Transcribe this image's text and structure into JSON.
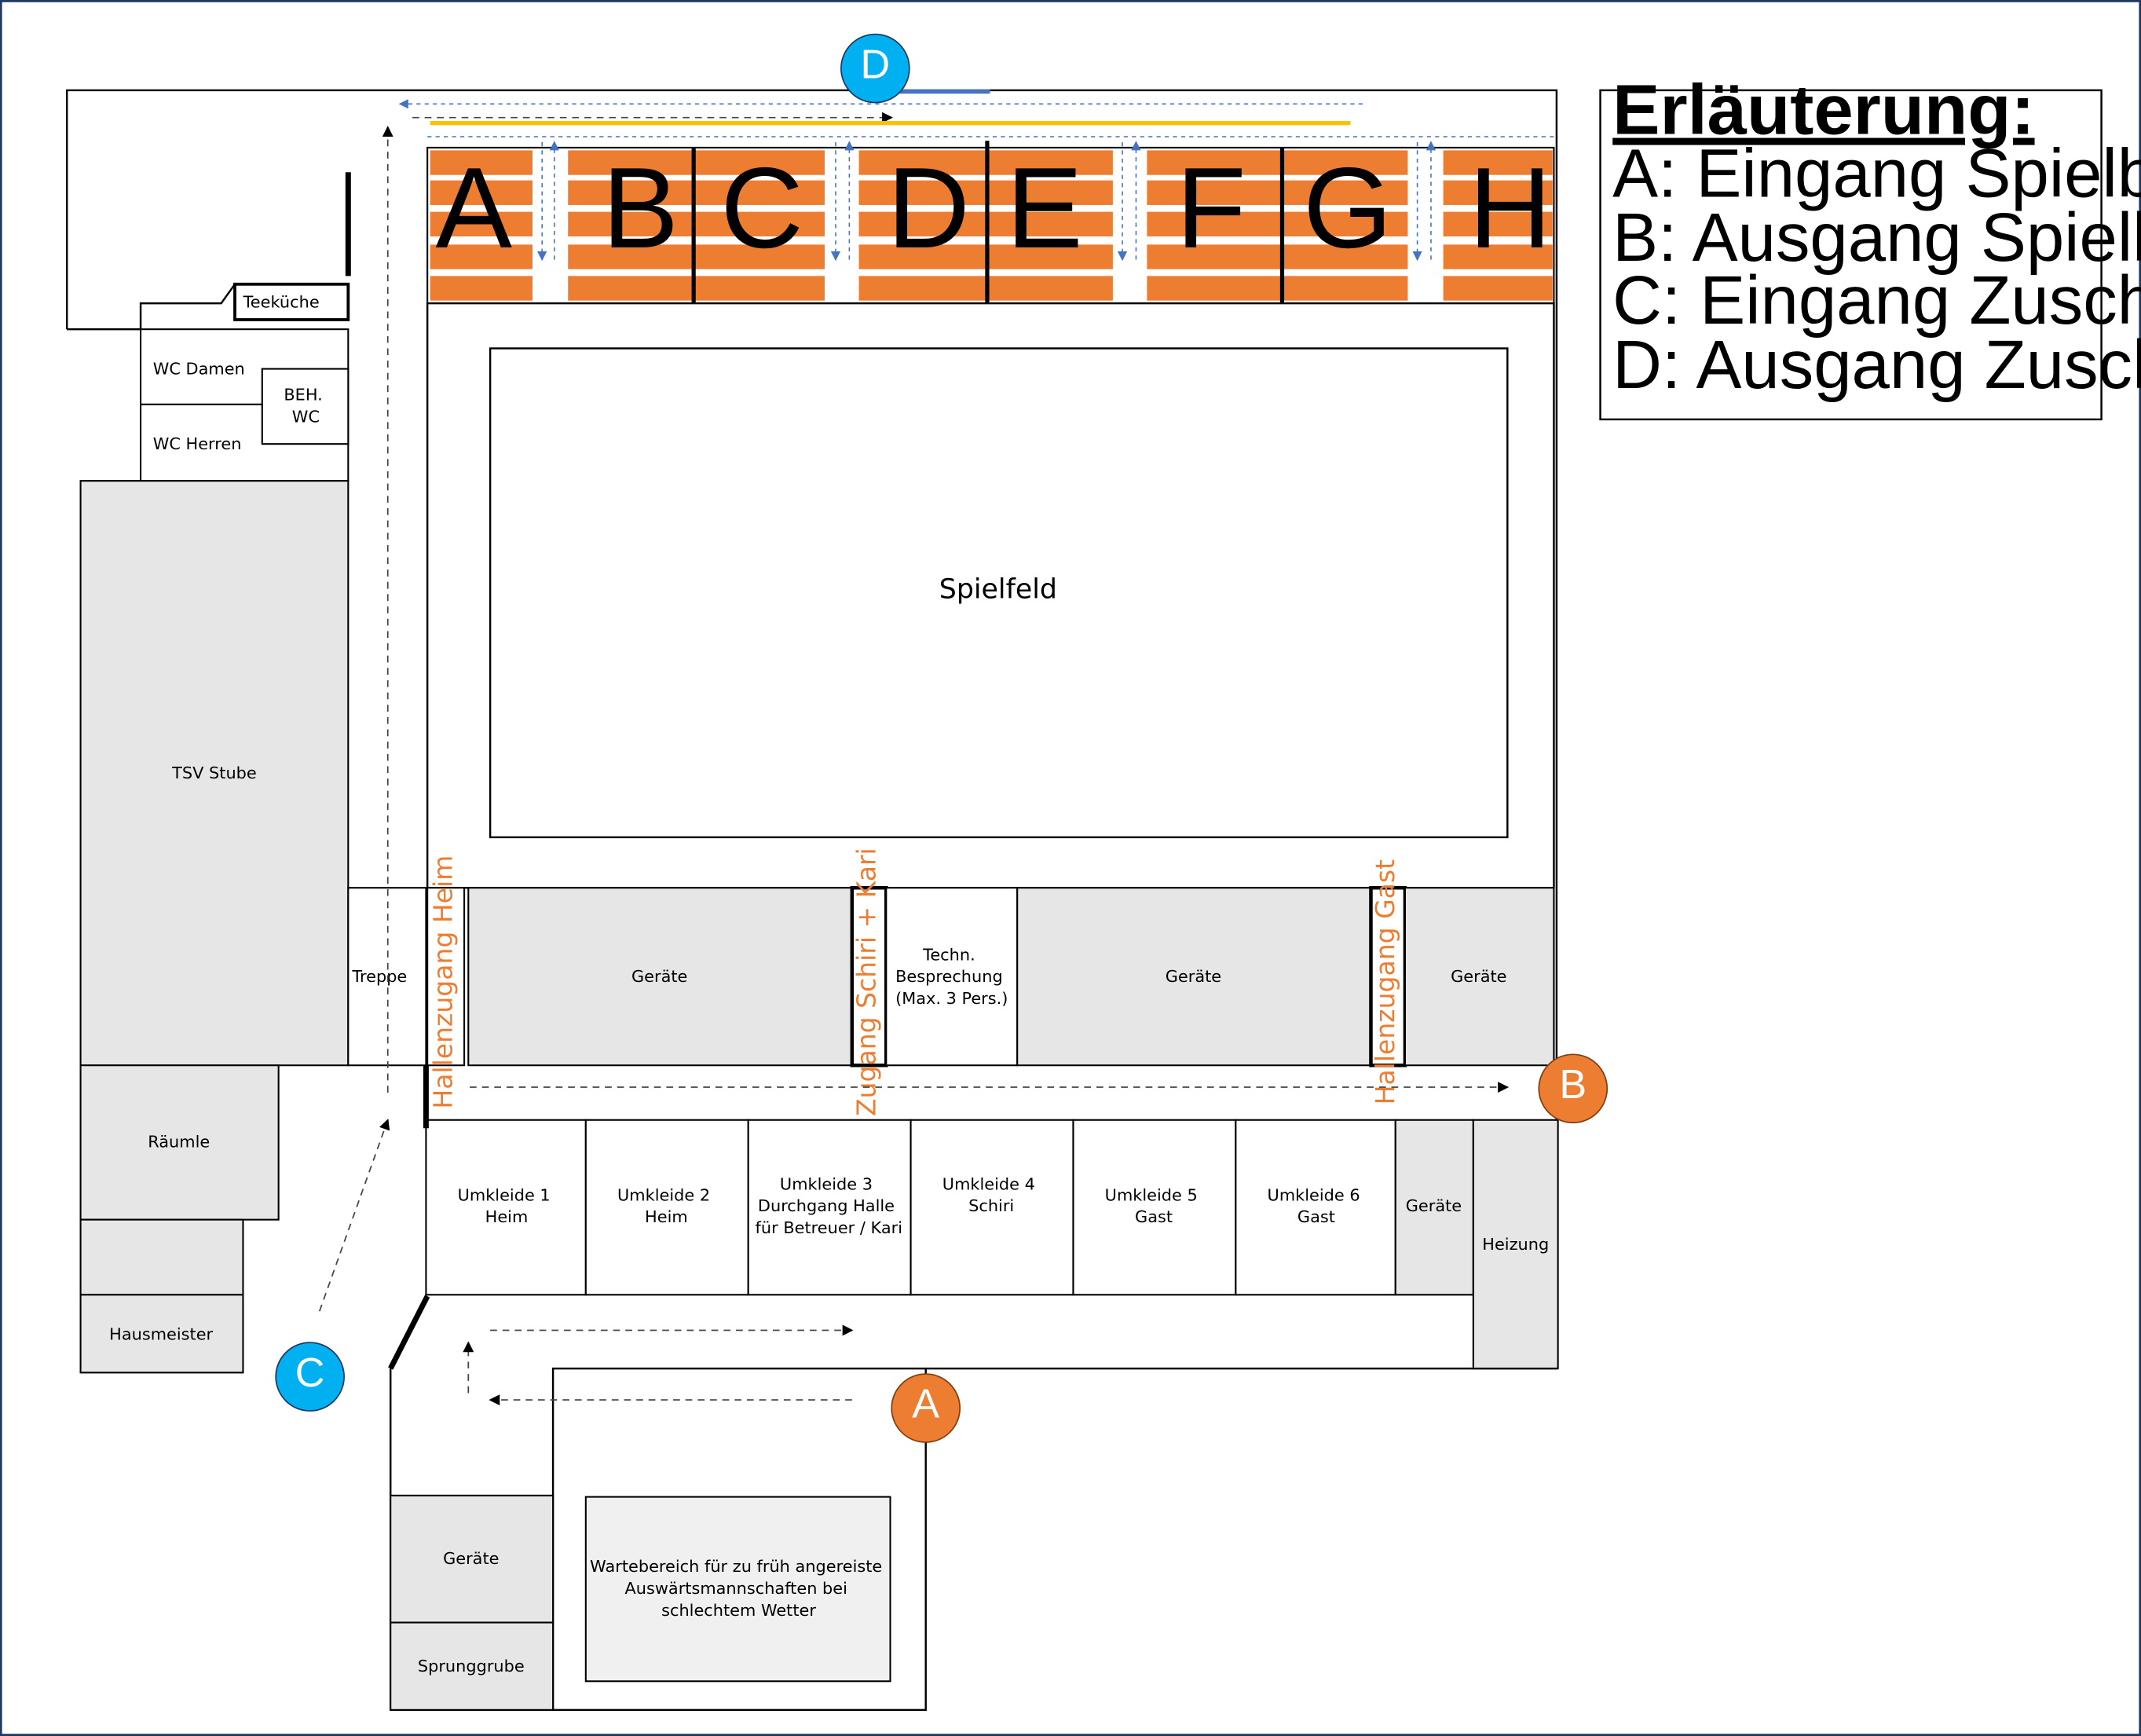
{
  "colors": {
    "room_fill": "#E7E6E6",
    "wait_fill": "#F0F0F0",
    "seat_orange": "#ED7D31",
    "marker_blue": "#00B0F0",
    "marker_orange": "#ED7D31",
    "flow_yellow": "#FFC000",
    "flow_blue": "#4472C4",
    "line": "#000000"
  },
  "rooms": {
    "teekueche": "Teeküche",
    "wc_damen": "WC Damen",
    "wc_herren": "WC Herren",
    "beh_wc": [
      "BEH.",
      "WC"
    ],
    "tsv_stube": "TSV Stube",
    "raeumle": "Räumle",
    "hausmeister": "Hausmeister",
    "treppe": "Treppe",
    "spielfeld": "Spielfeld",
    "geraete": "Geräte",
    "techn_besprechung": [
      "Techn.",
      "Besprechung",
      "(Max. 3 Pers.)"
    ],
    "heizung": "Heizung",
    "sprunggrube": "Sprunggrube",
    "wartebereich": [
      "Wartebereich für zu früh angereiste",
      "Auswärtsmannschaften bei",
      "schlechtem Wetter"
    ],
    "umkleide_1": [
      "Umkleide 1",
      "Heim"
    ],
    "umkleide_2": [
      "Umkleide 2",
      "Heim"
    ],
    "umkleide_3": [
      "Umkleide 3",
      "Durchgang Halle",
      "für Betreuer / Kari"
    ],
    "umkleide_4": [
      "Umkleide 4",
      "Schiri"
    ],
    "umkleide_5": [
      "Umkleide 5",
      "Gast"
    ],
    "umkleide_6": [
      "Umkleide 6",
      "Gast"
    ]
  },
  "passages": {
    "hallenzugang_heim": "Hallenzugang Heim",
    "zugang_schiri_kari": "Zugang Schiri + Kari",
    "hallenzugang_gast": "Hallenzugang Gast"
  },
  "sectors": [
    "A",
    "B",
    "C",
    "D",
    "E",
    "F",
    "G",
    "H"
  ],
  "markers": {
    "A": "A",
    "B": "B",
    "C": "C",
    "D": "D"
  },
  "legend": {
    "title": "Erläuterung:",
    "items": [
      "A: Eingang Spielbeteiligte",
      "B: Ausgang Spielbeteiligte",
      "C: Eingang Zuschauer",
      "D: Ausgang Zuschauer"
    ]
  }
}
